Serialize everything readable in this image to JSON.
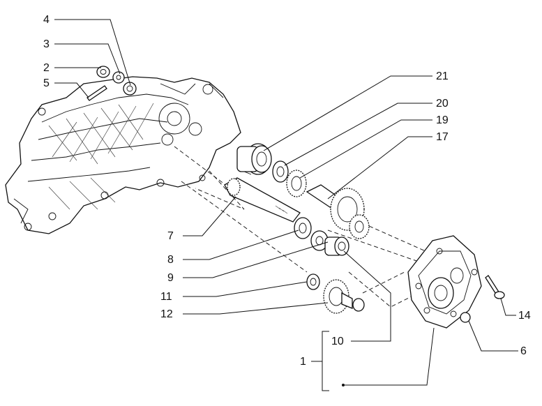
{
  "callouts": {
    "c1": "1",
    "c2": "2",
    "c3": "3",
    "c4": "4",
    "c5": "5",
    "c6": "6",
    "c7": "7",
    "c8": "8",
    "c9": "9",
    "c10": "10",
    "c11": "11",
    "c12": "12",
    "c14": "14",
    "c17": "17",
    "c19": "19",
    "c20": "20",
    "c21": "21"
  }
}
